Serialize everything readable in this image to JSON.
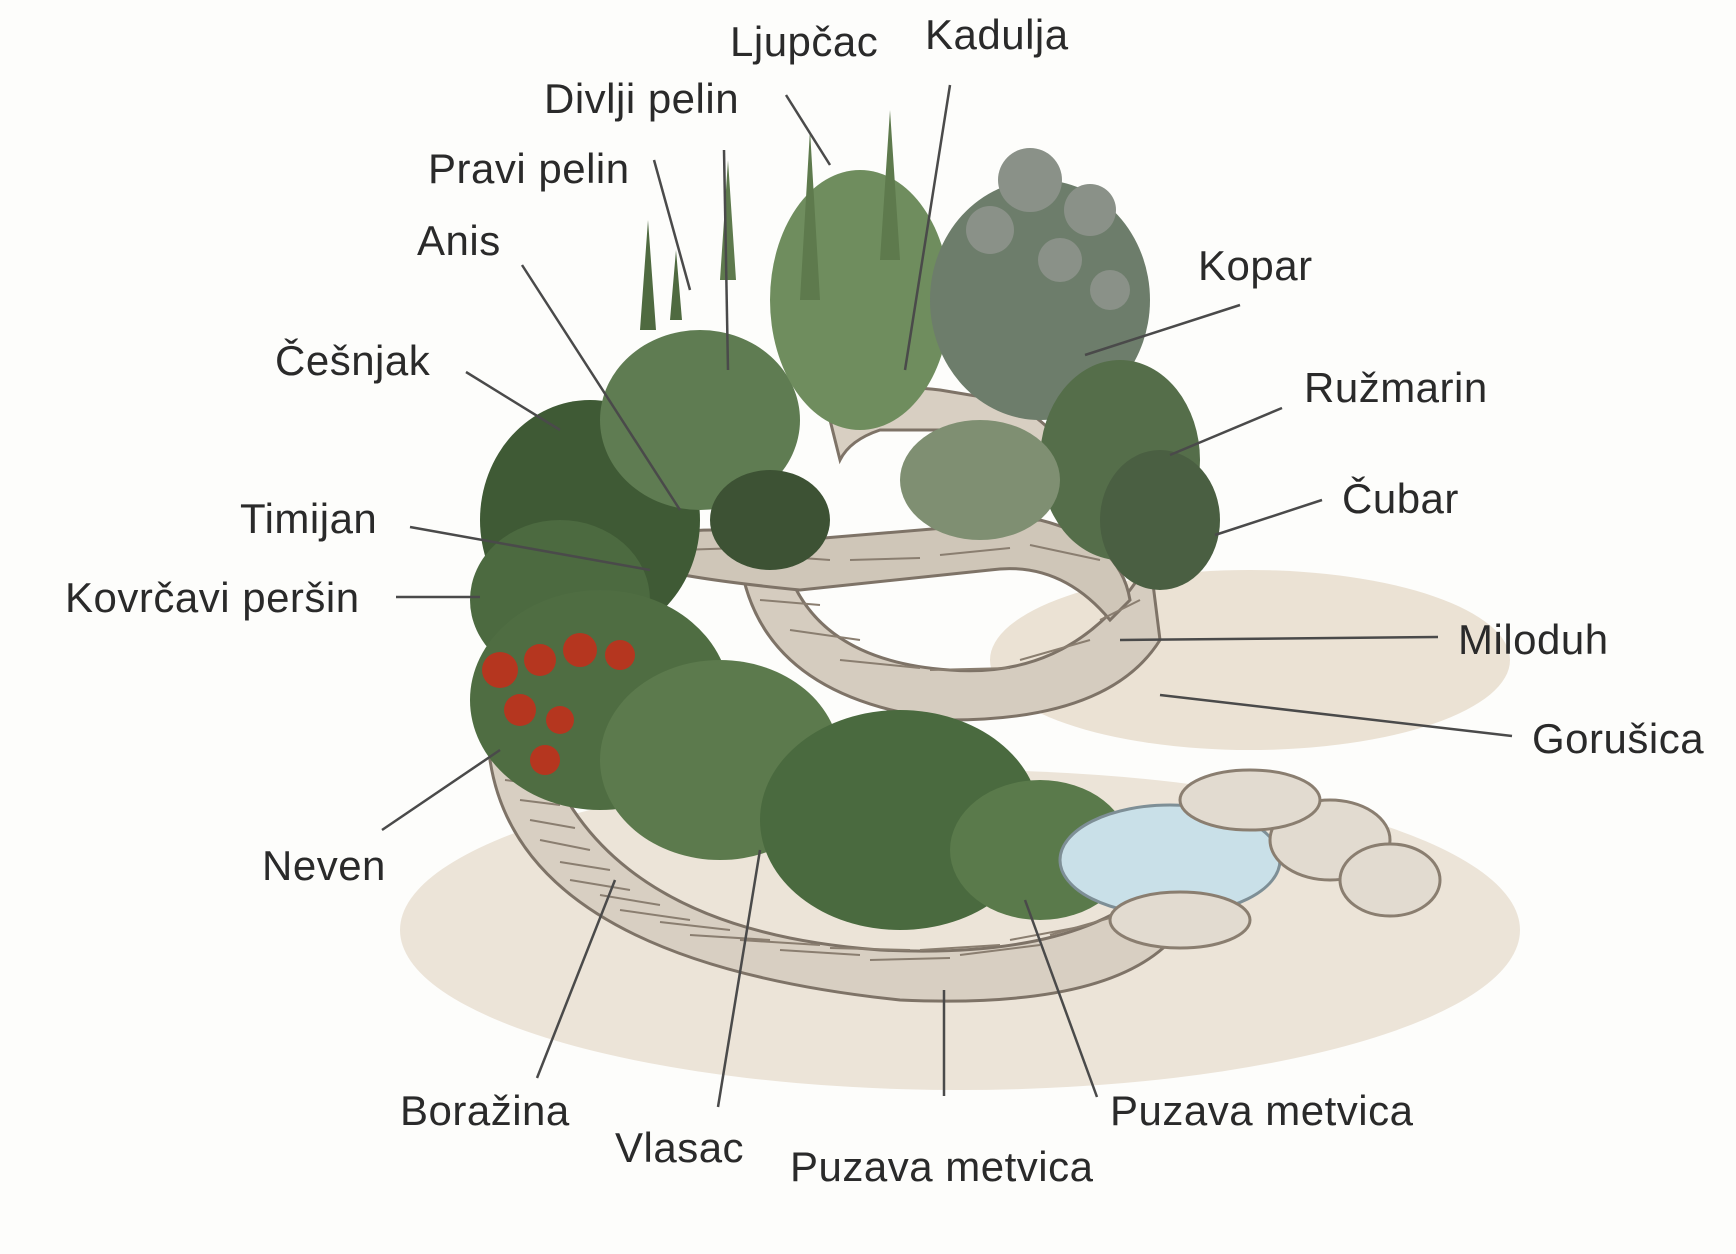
{
  "labels": {
    "ljupcac": "Ljupčac",
    "kadulja": "Kadulja",
    "divlji_pelin": "Divlji pelin",
    "pravi_pelin": "Pravi pelin",
    "anis": "Anis",
    "kopar": "Kopar",
    "cesnjak": "Češnjak",
    "ruzmarin": "Ružmarin",
    "timijan": "Timijan",
    "cubar": "Čubar",
    "kovrcavi_persin": "Kovrčavi peršin",
    "miloduh": "Miloduh",
    "gorusica": "Gorušica",
    "neven": "Neven",
    "borazina": "Boražina",
    "vlasac": "Vlasac",
    "puzava_metvica_right": "Puzava metvica",
    "puzava_metvica_bottom": "Puzava metvica"
  },
  "colors": {
    "text": "#2a2a2a",
    "leader_line": "#4a4a4a",
    "stone": "#cfc6b8",
    "stone_dark": "#8a7e70",
    "foliage_dark": "#3f5a35",
    "foliage_light": "#7d9a6a",
    "calendula_red": "#b5361f",
    "water": "#c9e0e8",
    "ground": "#e8ddd0"
  }
}
